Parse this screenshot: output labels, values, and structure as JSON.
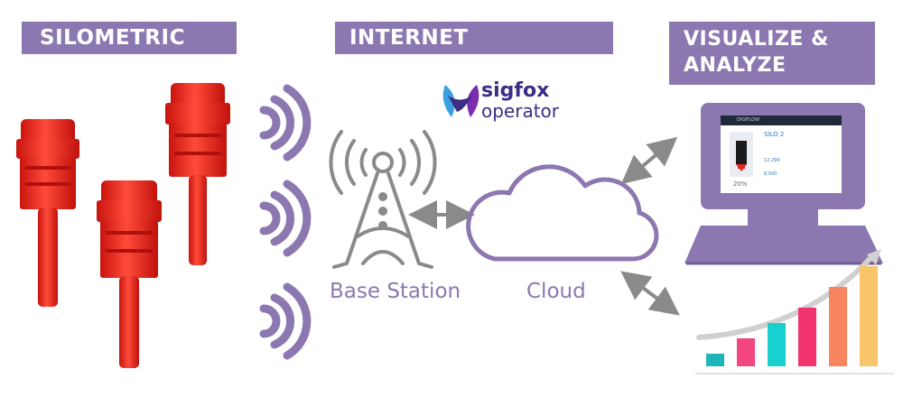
{
  "banners": {
    "silometric": "SILOMETRIC",
    "internet": "INTERNET",
    "visualize": "VISUALIZE & ANALYZE"
  },
  "labels": {
    "base_station": "Base Station",
    "cloud": "Cloud"
  },
  "logo": {
    "brand": "sigfox",
    "sub": "operator"
  },
  "monitor_screen": {
    "header": "DIGIFLOW",
    "silo_name": "SILO 2",
    "line1": "12.290",
    "line2": "8.500",
    "percent": "20%"
  },
  "colors": {
    "banner": "#8c78b1",
    "wave": "#8c78b1",
    "sensor": "#e8281f",
    "arrow": "#8a8a8a",
    "bars": [
      "#1fb5b8",
      "#f2467e",
      "#19d0d0",
      "#f3336d",
      "#f8855f",
      "#f9c56a"
    ]
  },
  "icons": [
    "sensor-icon",
    "wireless-wave-icon",
    "antenna-tower-icon",
    "cloud-icon",
    "double-arrow-icon",
    "monitor-icon",
    "bar-chart-icon",
    "sigfox-logo-icon"
  ]
}
